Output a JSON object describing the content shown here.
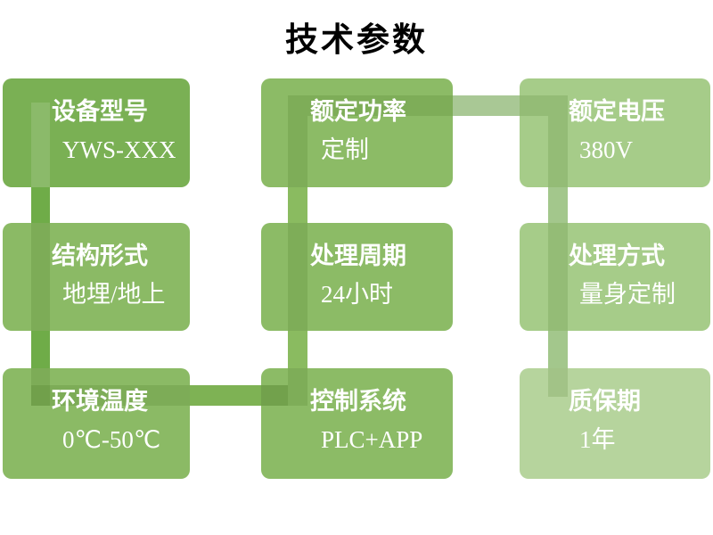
{
  "title": "技术参数",
  "boxes": [
    {
      "label": "设备型号",
      "value": "YWS-XXX"
    },
    {
      "label": "额定功率",
      "value": "定制"
    },
    {
      "label": "额定电压",
      "value": "380V"
    },
    {
      "label": "结构形式",
      "value": "地埋/地上"
    },
    {
      "label": "处理周期",
      "value": "24小时"
    },
    {
      "label": "处理方式",
      "value": "量身定制"
    },
    {
      "label": "环境温度",
      "value": "0℃-50℃"
    },
    {
      "label": "控制系统",
      "value": "PLC+APP"
    },
    {
      "label": "质保期",
      "value": "1年"
    }
  ],
  "colors": {
    "box_device": "#7AB054",
    "box_medium": "#8CBB66",
    "box_medium2": "#8BBA65",
    "box_light": "#A6CC89",
    "box_lightest": "#B6D49D",
    "conn_v1": "#6FAC48",
    "conn_h1": "#7EB254",
    "conn_v2": "#8ABB60",
    "conn_h2": "#A9C895",
    "conn_v3": "#A3C78C",
    "title_color": "#000000",
    "text_color": "#FFFFFF"
  }
}
